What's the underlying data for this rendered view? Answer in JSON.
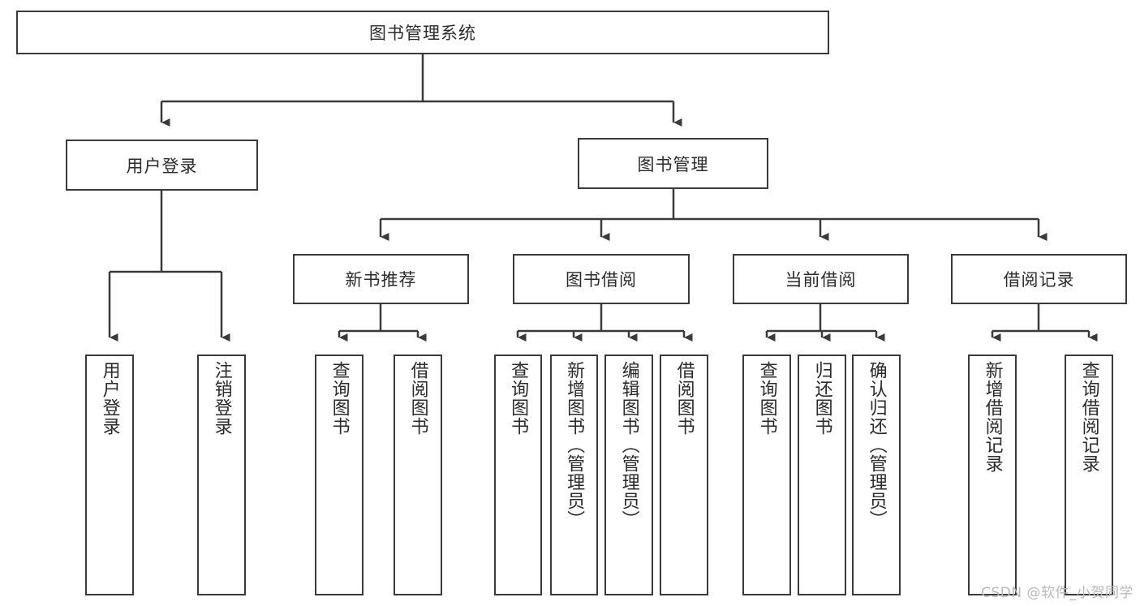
{
  "diagram": {
    "title": "图书管理系统",
    "type": "tree",
    "colors": {
      "stroke": "#3a3a3a",
      "fill": "#ffffff",
      "text": "#2b2b2b",
      "watermark": "#b8b8b8"
    },
    "root": {
      "label": "图书管理系统"
    },
    "level2": [
      {
        "label": "用户登录"
      },
      {
        "label": "图书管理"
      }
    ],
    "level3": [
      {
        "label": "新书推荐"
      },
      {
        "label": "图书借阅"
      },
      {
        "label": "当前借阅"
      },
      {
        "label": "借阅记录"
      }
    ],
    "leaves": {
      "user_login": [
        {
          "label": "用户登录"
        },
        {
          "label": "注销登录"
        }
      ],
      "new_book": [
        {
          "label": "查询图书"
        },
        {
          "label": "借阅图书"
        }
      ],
      "book_borrow": [
        {
          "label": "查询图书"
        },
        {
          "label": "新增图书（管理员）"
        },
        {
          "label": "编辑图书（管理员）"
        },
        {
          "label": "借阅图书"
        }
      ],
      "current_borrow": [
        {
          "label": "查询图书"
        },
        {
          "label": "归还图书"
        },
        {
          "label": "确认归还（管理员）"
        }
      ],
      "borrow_record": [
        {
          "label": "新增借阅记录"
        },
        {
          "label": "查询借阅记录"
        }
      ]
    },
    "watermark": "CSDN @软件_小贺同学"
  }
}
